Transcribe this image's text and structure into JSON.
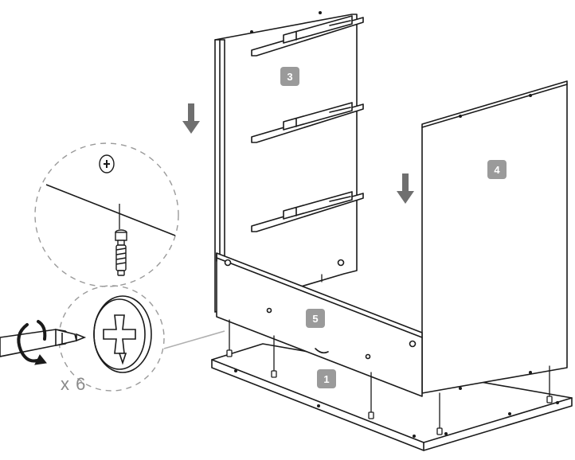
{
  "parts": {
    "part_1": "1",
    "part_3": "3",
    "part_4": "4",
    "part_5": "5"
  },
  "fastener": {
    "quantity_label": "x 6"
  },
  "colors": {
    "line": "#1a1a1a",
    "badge": "#9a9a9a",
    "arrow": "#6f6f6f",
    "dash": "#9a9a9a"
  }
}
